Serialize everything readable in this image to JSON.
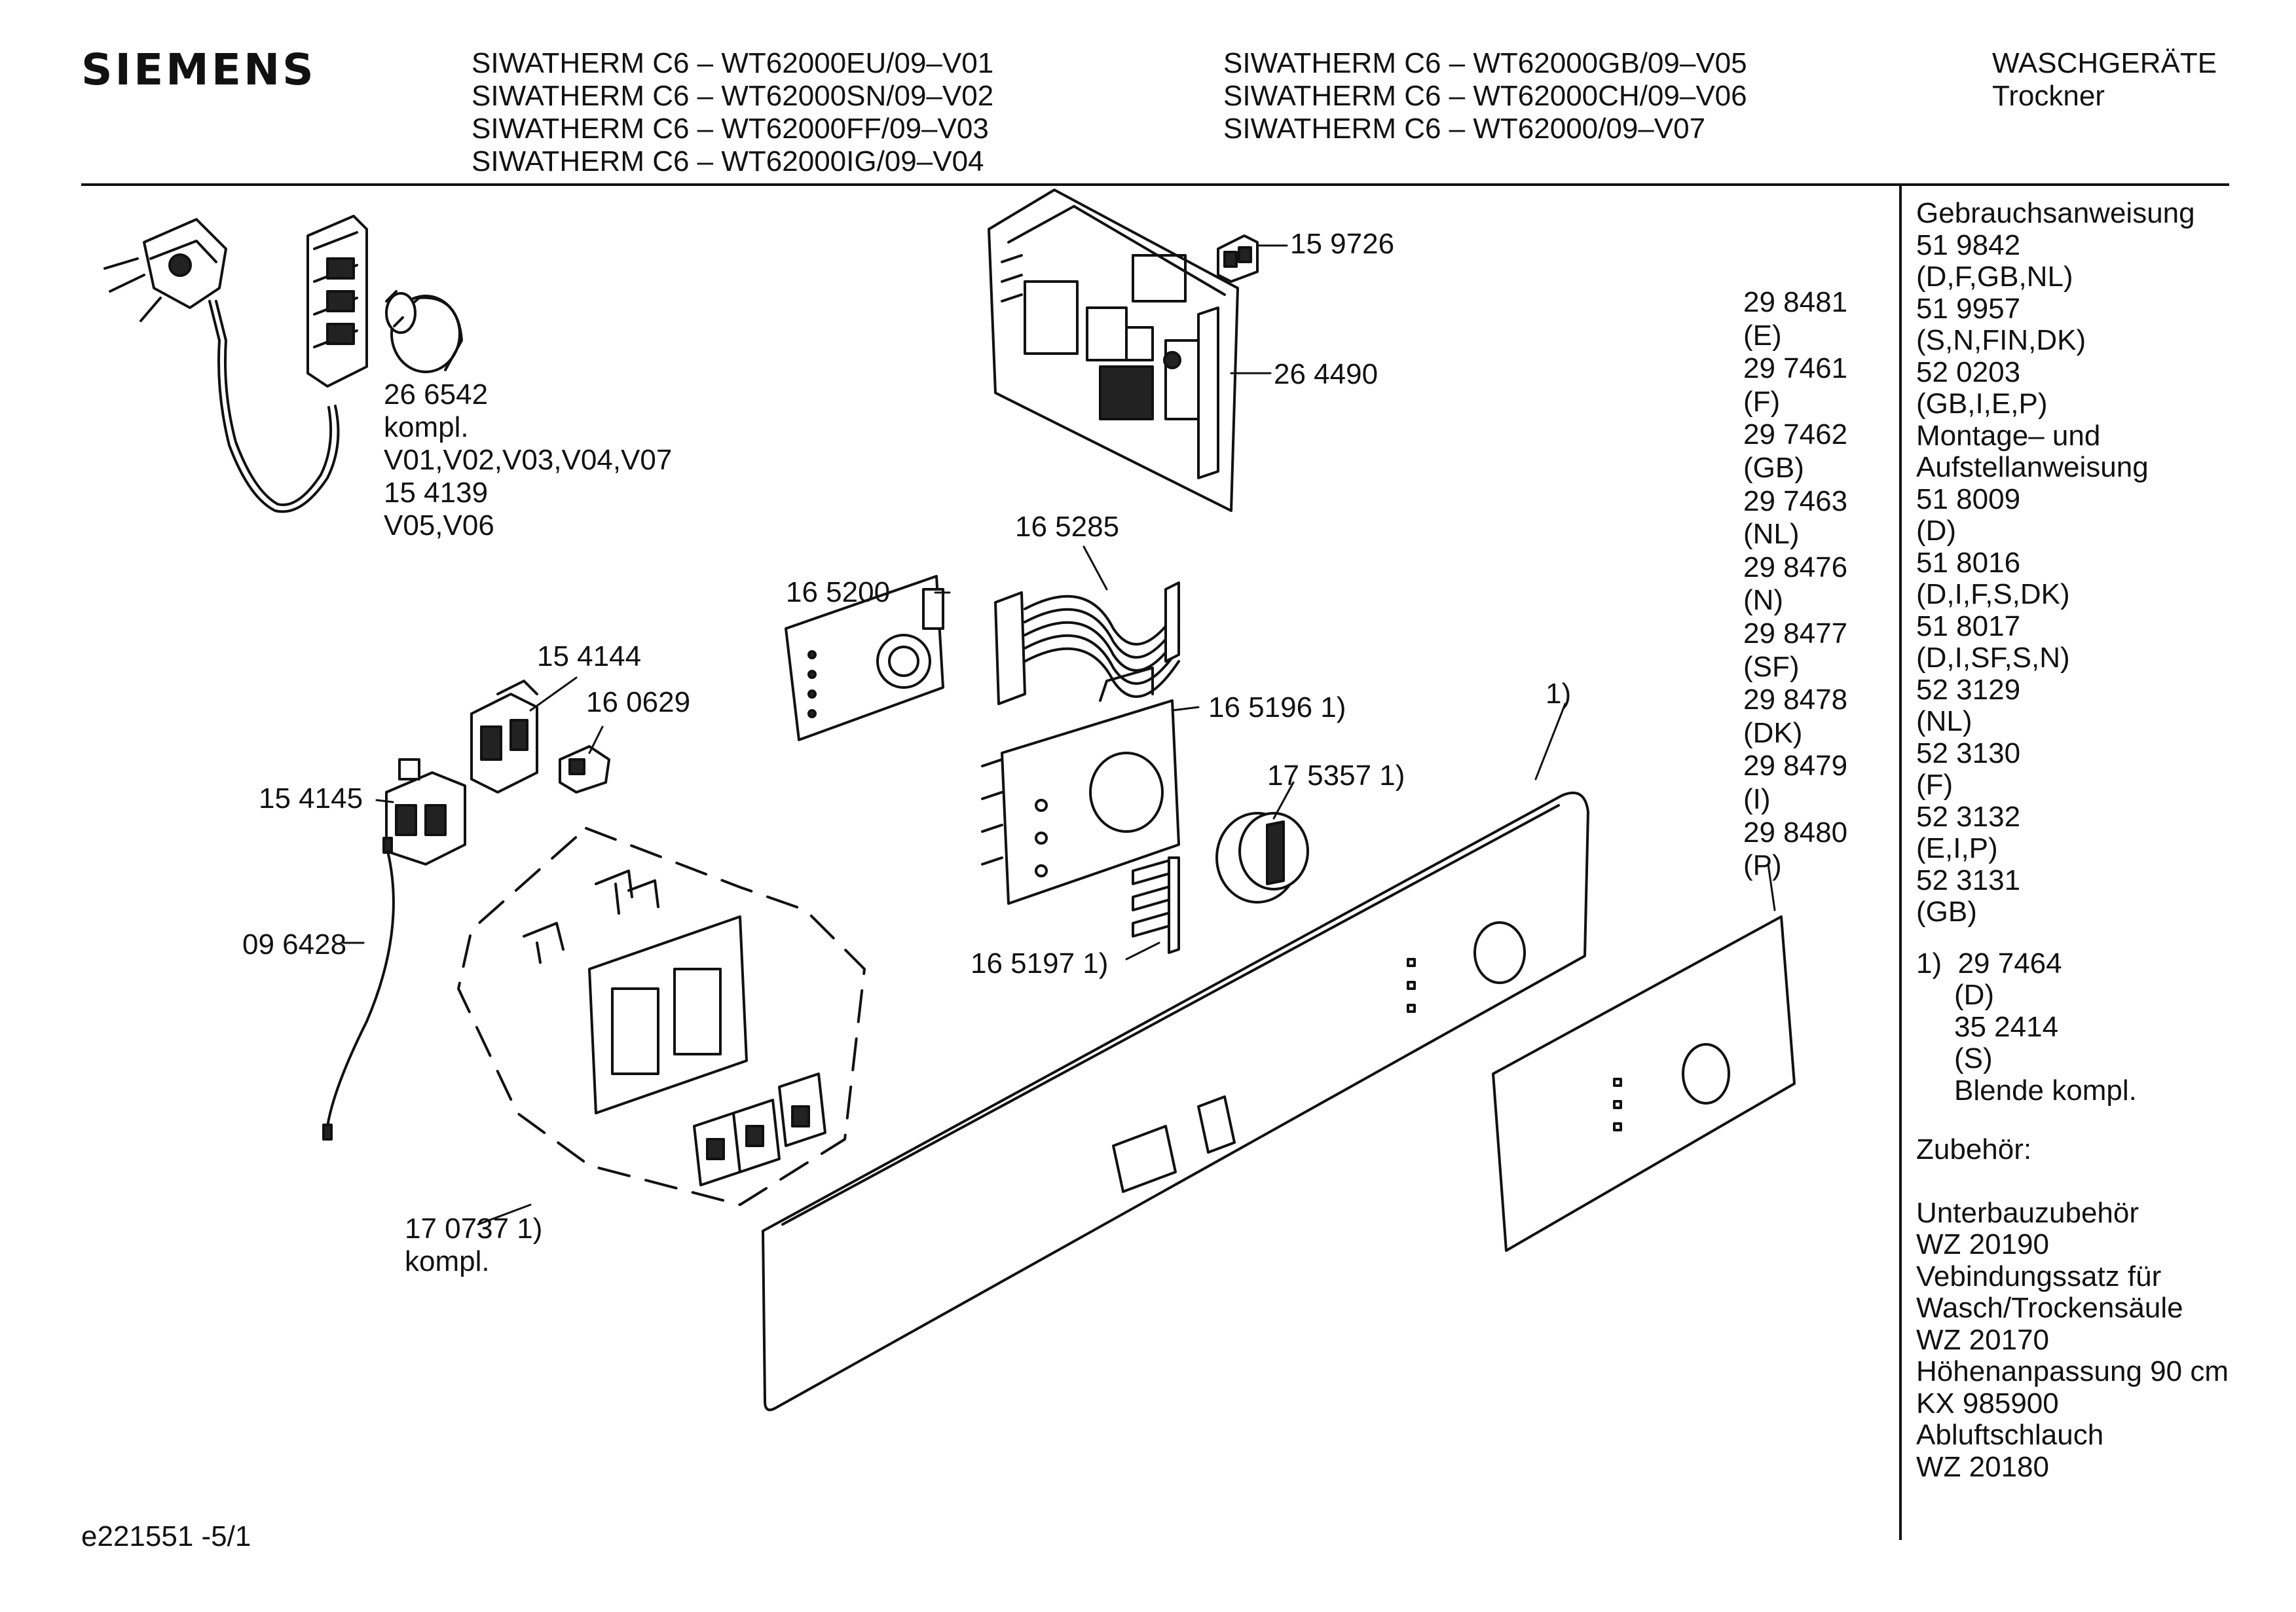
{
  "brand": "SIEMENS",
  "header": {
    "models_col1": [
      "SIWATHERM C6 – WT62000EU/09–V01",
      "SIWATHERM C6 – WT62000SN/09–V02",
      "SIWATHERM C6 – WT62000FF/09–V03",
      "SIWATHERM C6 – WT62000IG/09–V04"
    ],
    "models_col2": [
      "SIWATHERM C6 – WT62000GB/09–V05",
      "SIWATHERM C6 – WT62000CH/09–V06",
      "SIWATHERM C6 – WT62000/09–V07"
    ],
    "category": [
      "WASCHGERÄTE",
      "Trockner"
    ]
  },
  "parts": {
    "plug_block": [
      "26 6542",
      "kompl.",
      "V01,V02,V03,V04,V07",
      "15 4139",
      "V05,V06"
    ],
    "p159726": "15 9726",
    "p264490": "26 4490",
    "p165285": "16 5285",
    "p165200": "16 5200",
    "p154144": "15 4144",
    "p160629": "16 0629",
    "p154145": "15 4145",
    "p096428": "09 6428",
    "p1651961": "16 5196 1)",
    "p1753571": "17 5357 1)",
    "p1651971": "16 5197 1)",
    "p1707371": [
      "17 0737 1)",
      "kompl."
    ],
    "panel_ref": "1)"
  },
  "language_codes": [
    "29 8481",
    "(E)",
    "29 7461",
    "(F)",
    "29 7462",
    "(GB)",
    "29 7463",
    "(NL)",
    "29 8476",
    "(N)",
    "29 8477",
    "(SF)",
    "29 8478",
    "(DK)",
    "29 8479",
    "(I)",
    "29 8480",
    "(P)"
  ],
  "side_list": {
    "docs": [
      "Gebrauchsanweisung",
      "51 9842",
      "(D,F,GB,NL)",
      "51 9957",
      "(S,N,FIN,DK)",
      "52 0203",
      "(GB,I,E,P)",
      "Montage– und",
      "Aufstellanweisung",
      "51 8009",
      "(D)",
      "51 8016",
      "(D,I,F,S,DK)",
      "51 8017",
      "(D,I,SF,S,N)",
      "52 3129",
      "(NL)",
      "52 3130",
      "(F)",
      "52 3132",
      "(E,I,P)",
      "52 3131",
      "(GB)"
    ],
    "footnote_first": "1)  29 7464",
    "footnote_rest": [
      "(D)",
      "35 2414",
      "(S)",
      "Blende kompl."
    ],
    "accessories_title": "Zubehör:",
    "accessories": [
      "Unterbauzubehör",
      "WZ 20190",
      "Vebindungssatz für",
      "Wasch/Trockensäule",
      "WZ 20170",
      "Höhenanpassung 90 cm",
      "KX 985900",
      "Abluftschlauch",
      "WZ 20180"
    ]
  },
  "footer_code": "e221551 -5/1"
}
